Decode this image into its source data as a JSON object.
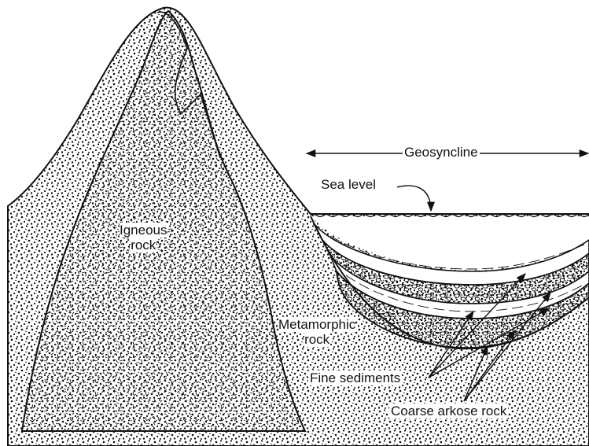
{
  "diagram": {
    "labels": {
      "geosyncline": "Geosyncline",
      "sea_level": "Sea level",
      "igneous_line1": "Igneous",
      "igneous_line2": "rock",
      "metamorphic_line1": "Metamorphic",
      "metamorphic_line2": "rock",
      "fine_sediments": "Fine sediments",
      "coarse_arkose": "Coarse arkose rock"
    },
    "colors": {
      "ink": "#111111",
      "paper": "#ffffff"
    },
    "icons": [
      "double-arrow-icon",
      "curved-arrow-icon",
      "arrow-icon"
    ]
  }
}
